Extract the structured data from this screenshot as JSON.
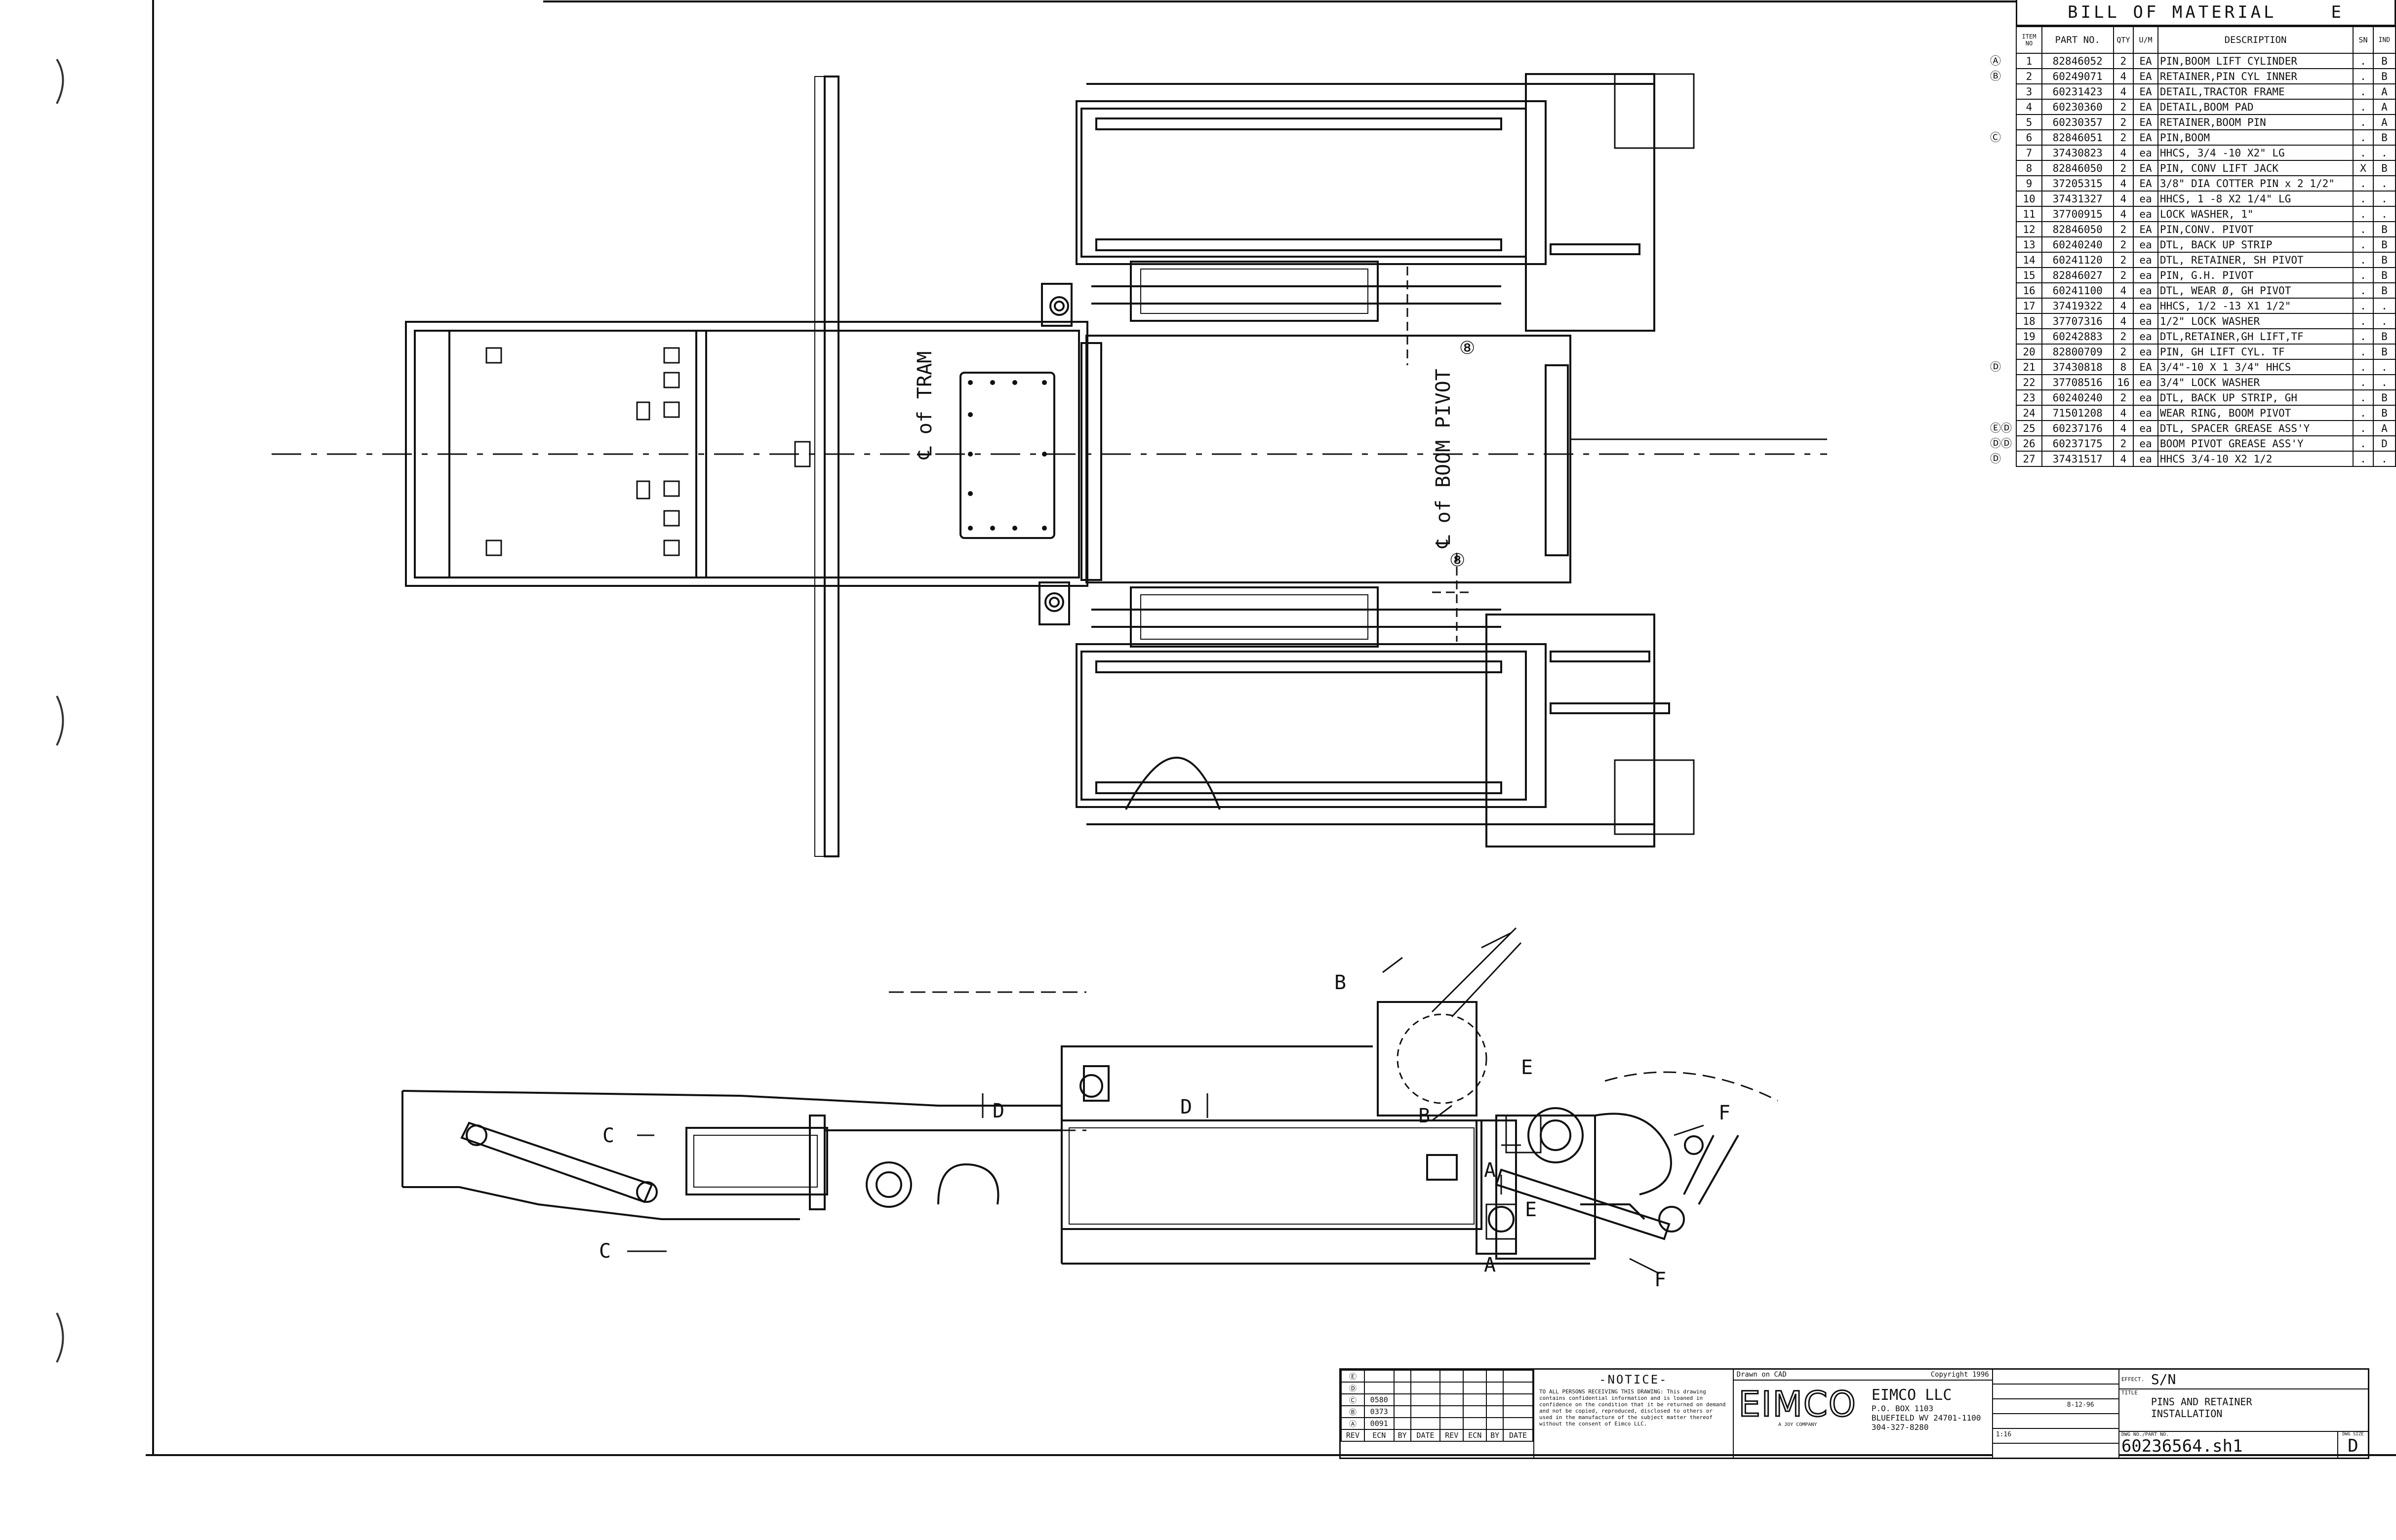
{
  "bill_of_material": {
    "title": "BILL OF MATERIAL",
    "header_stamp": "E",
    "columns": {
      "item": "ITEM NO",
      "part_no": "PART NO.",
      "qty": "QTY",
      "um": "U/M",
      "description": "DESCRIPTION",
      "sn": "SN",
      "ind": "IND"
    },
    "rows": [
      {
        "mark": "Ⓐ",
        "item": "1",
        "part_no": "82846052",
        "qty": "2",
        "um": "EA",
        "description": "PIN,BOOM LIFT CYLINDER",
        "sn": ".",
        "ind": "B"
      },
      {
        "mark": "Ⓑ",
        "item": "2",
        "part_no": "60249071",
        "qty": "4",
        "um": "EA",
        "description": "RETAINER,PIN CYL INNER",
        "sn": ".",
        "ind": "B"
      },
      {
        "mark": "",
        "item": "3",
        "part_no": "60231423",
        "qty": "4",
        "um": "EA",
        "description": "DETAIL,TRACTOR FRAME",
        "sn": ".",
        "ind": "A"
      },
      {
        "mark": "",
        "item": "4",
        "part_no": "60230360",
        "qty": "2",
        "um": "EA",
        "description": "DETAIL,BOOM PAD",
        "sn": ".",
        "ind": "A"
      },
      {
        "mark": "",
        "item": "5",
        "part_no": "60230357",
        "qty": "2",
        "um": "EA",
        "description": "RETAINER,BOOM PIN",
        "sn": ".",
        "ind": "A"
      },
      {
        "mark": "Ⓒ",
        "item": "6",
        "part_no": "82846051",
        "qty": "2",
        "um": "EA",
        "description": "PIN,BOOM",
        "sn": ".",
        "ind": "B"
      },
      {
        "mark": "",
        "item": "7",
        "part_no": "37430823",
        "qty": "4",
        "um": "ea",
        "description": "HHCS, 3/4 -10 X2\" LG",
        "sn": ".",
        "ind": "."
      },
      {
        "mark": "",
        "item": "8",
        "part_no": "82846050",
        "qty": "2",
        "um": "EA",
        "description": "PIN, CONV LIFT JACK",
        "sn": "X",
        "ind": "B"
      },
      {
        "mark": "",
        "item": "9",
        "part_no": "37205315",
        "qty": "4",
        "um": "EA",
        "description": "3/8\" DIA COTTER PIN x 2 1/2\"",
        "sn": ".",
        "ind": "."
      },
      {
        "mark": "",
        "item": "10",
        "part_no": "37431327",
        "qty": "4",
        "um": "ea",
        "description": "HHCS, 1 -8 X2 1/4\" LG",
        "sn": ".",
        "ind": "."
      },
      {
        "mark": "",
        "item": "11",
        "part_no": "37700915",
        "qty": "4",
        "um": "ea",
        "description": "LOCK WASHER, 1\"",
        "sn": ".",
        "ind": "."
      },
      {
        "mark": "",
        "item": "12",
        "part_no": "82846050",
        "qty": "2",
        "um": "EA",
        "description": "PIN,CONV. PIVOT",
        "sn": ".",
        "ind": "B"
      },
      {
        "mark": "",
        "item": "13",
        "part_no": "60240240",
        "qty": "2",
        "um": "ea",
        "description": "DTL, BACK UP STRIP",
        "sn": ".",
        "ind": "B"
      },
      {
        "mark": "",
        "item": "14",
        "part_no": "60241120",
        "qty": "2",
        "um": "ea",
        "description": "DTL, RETAINER, SH PIVOT",
        "sn": ".",
        "ind": "B"
      },
      {
        "mark": "",
        "item": "15",
        "part_no": "82846027",
        "qty": "2",
        "um": "ea",
        "description": "PIN, G.H. PIVOT",
        "sn": ".",
        "ind": "B"
      },
      {
        "mark": "",
        "item": "16",
        "part_no": "60241100",
        "qty": "4",
        "um": "ea",
        "description": "DTL, WEAR Ø, GH PIVOT",
        "sn": ".",
        "ind": "B"
      },
      {
        "mark": "",
        "item": "17",
        "part_no": "37419322",
        "qty": "4",
        "um": "ea",
        "description": "HHCS, 1/2 -13 X1 1/2\"",
        "sn": ".",
        "ind": "."
      },
      {
        "mark": "",
        "item": "18",
        "part_no": "37707316",
        "qty": "4",
        "um": "ea",
        "description": "1/2\" LOCK WASHER",
        "sn": ".",
        "ind": "."
      },
      {
        "mark": "",
        "item": "19",
        "part_no": "60242883",
        "qty": "2",
        "um": "ea",
        "description": "DTL,RETAINER,GH LIFT,TF",
        "sn": ".",
        "ind": "B"
      },
      {
        "mark": "",
        "item": "20",
        "part_no": "82800709",
        "qty": "2",
        "um": "ea",
        "description": "PIN, GH LIFT CYL. TF",
        "sn": ".",
        "ind": "B"
      },
      {
        "mark": "Ⓓ",
        "item": "21",
        "part_no": "37430818",
        "qty": "8",
        "um": "EA",
        "description": "3/4\"-10 X 1 3/4\" HHCS",
        "sn": ".",
        "ind": "."
      },
      {
        "mark": "",
        "item": "22",
        "part_no": "37708516",
        "qty": "16",
        "um": "ea",
        "description": "3/4\" LOCK WASHER",
        "sn": ".",
        "ind": "."
      },
      {
        "mark": "",
        "item": "23",
        "part_no": "60240240",
        "qty": "2",
        "um": "ea",
        "description": "DTL, BACK UP STRIP, GH",
        "sn": ".",
        "ind": "B"
      },
      {
        "mark": "",
        "item": "24",
        "part_no": "71501208",
        "qty": "4",
        "um": "ea",
        "description": "WEAR RING, BOOM PIVOT",
        "sn": ".",
        "ind": "B"
      },
      {
        "mark": "ⒺⒹ",
        "item": "25",
        "part_no": "60237176",
        "qty": "4",
        "um": "ea",
        "description": "DTL, SPACER GREASE ASS'Y",
        "sn": ".",
        "ind": "A"
      },
      {
        "mark": "ⒹⒹ",
        "item": "26",
        "part_no": "60237175",
        "qty": "2",
        "um": "ea",
        "description": "BOOM PIVOT GREASE ASS'Y",
        "sn": ".",
        "ind": "D"
      },
      {
        "mark": "Ⓓ",
        "item": "27",
        "part_no": "37431517",
        "qty": "4",
        "um": "ea",
        "description": "HHCS 3/4-10 X2 1/2",
        "sn": ".",
        "ind": "."
      }
    ]
  },
  "drawing": {
    "tram_label": "℄ of TRAM",
    "boom_pivot_label": "℄ of BOOM PIVOT",
    "item_callouts": [
      "⑧",
      "⑧"
    ],
    "section_letters": {
      "b1": "B",
      "b2": "B",
      "c1": "C",
      "c2": "C",
      "d1": "D",
      "d2": "D",
      "e1": "E",
      "e2": "E",
      "f1": "F",
      "f2": "F",
      "a1": "A",
      "a2": "A"
    }
  },
  "notice": {
    "title": "-NOTICE-",
    "body": "TO ALL PERSONS RECEIVING THIS DRAWING: This drawing contains confidential information and is loaned in confidence on the condition that it be returned on demand and not be copied, reproduced, disclosed to others or used in the manufacture of the subject matter thereof without the consent of Eimco LLC."
  },
  "revisions": {
    "letters": [
      "Ⓔ",
      "Ⓓ",
      "Ⓒ",
      "Ⓑ",
      "Ⓐ"
    ],
    "ecn": [
      "",
      "",
      "0580",
      "0373",
      "0091"
    ],
    "by": [
      "",
      "",
      "",
      "",
      ""
    ],
    "footer": [
      "REV",
      "ECN",
      "BY",
      "DATE",
      "REV",
      "ECN",
      "BY",
      "DATE"
    ]
  },
  "company": {
    "drawn_on": "Drawn on CAD",
    "copyright": "Copyright 1996",
    "logo": "EIMCO",
    "logo_sub": "A JOY COMPANY",
    "name": "EIMCO LLC",
    "address1": "P.O. BOX 1103",
    "address2": "BLUEFIELD WV 24701-1100",
    "phone": "304-327-8280"
  },
  "title_block": {
    "effectivity_label": "EFFECT.",
    "effectivity": "S/N",
    "title_label": "TITLE",
    "title_line1": "PINS AND RETAINER",
    "title_line2": "INSTALLATION",
    "dwg_label": "DWG NO./PART NO.",
    "dwg_no": "60236564.sh1",
    "size_label": "DWG SIZE",
    "size": "D",
    "scale": "1:16",
    "date": "8-12-96"
  }
}
